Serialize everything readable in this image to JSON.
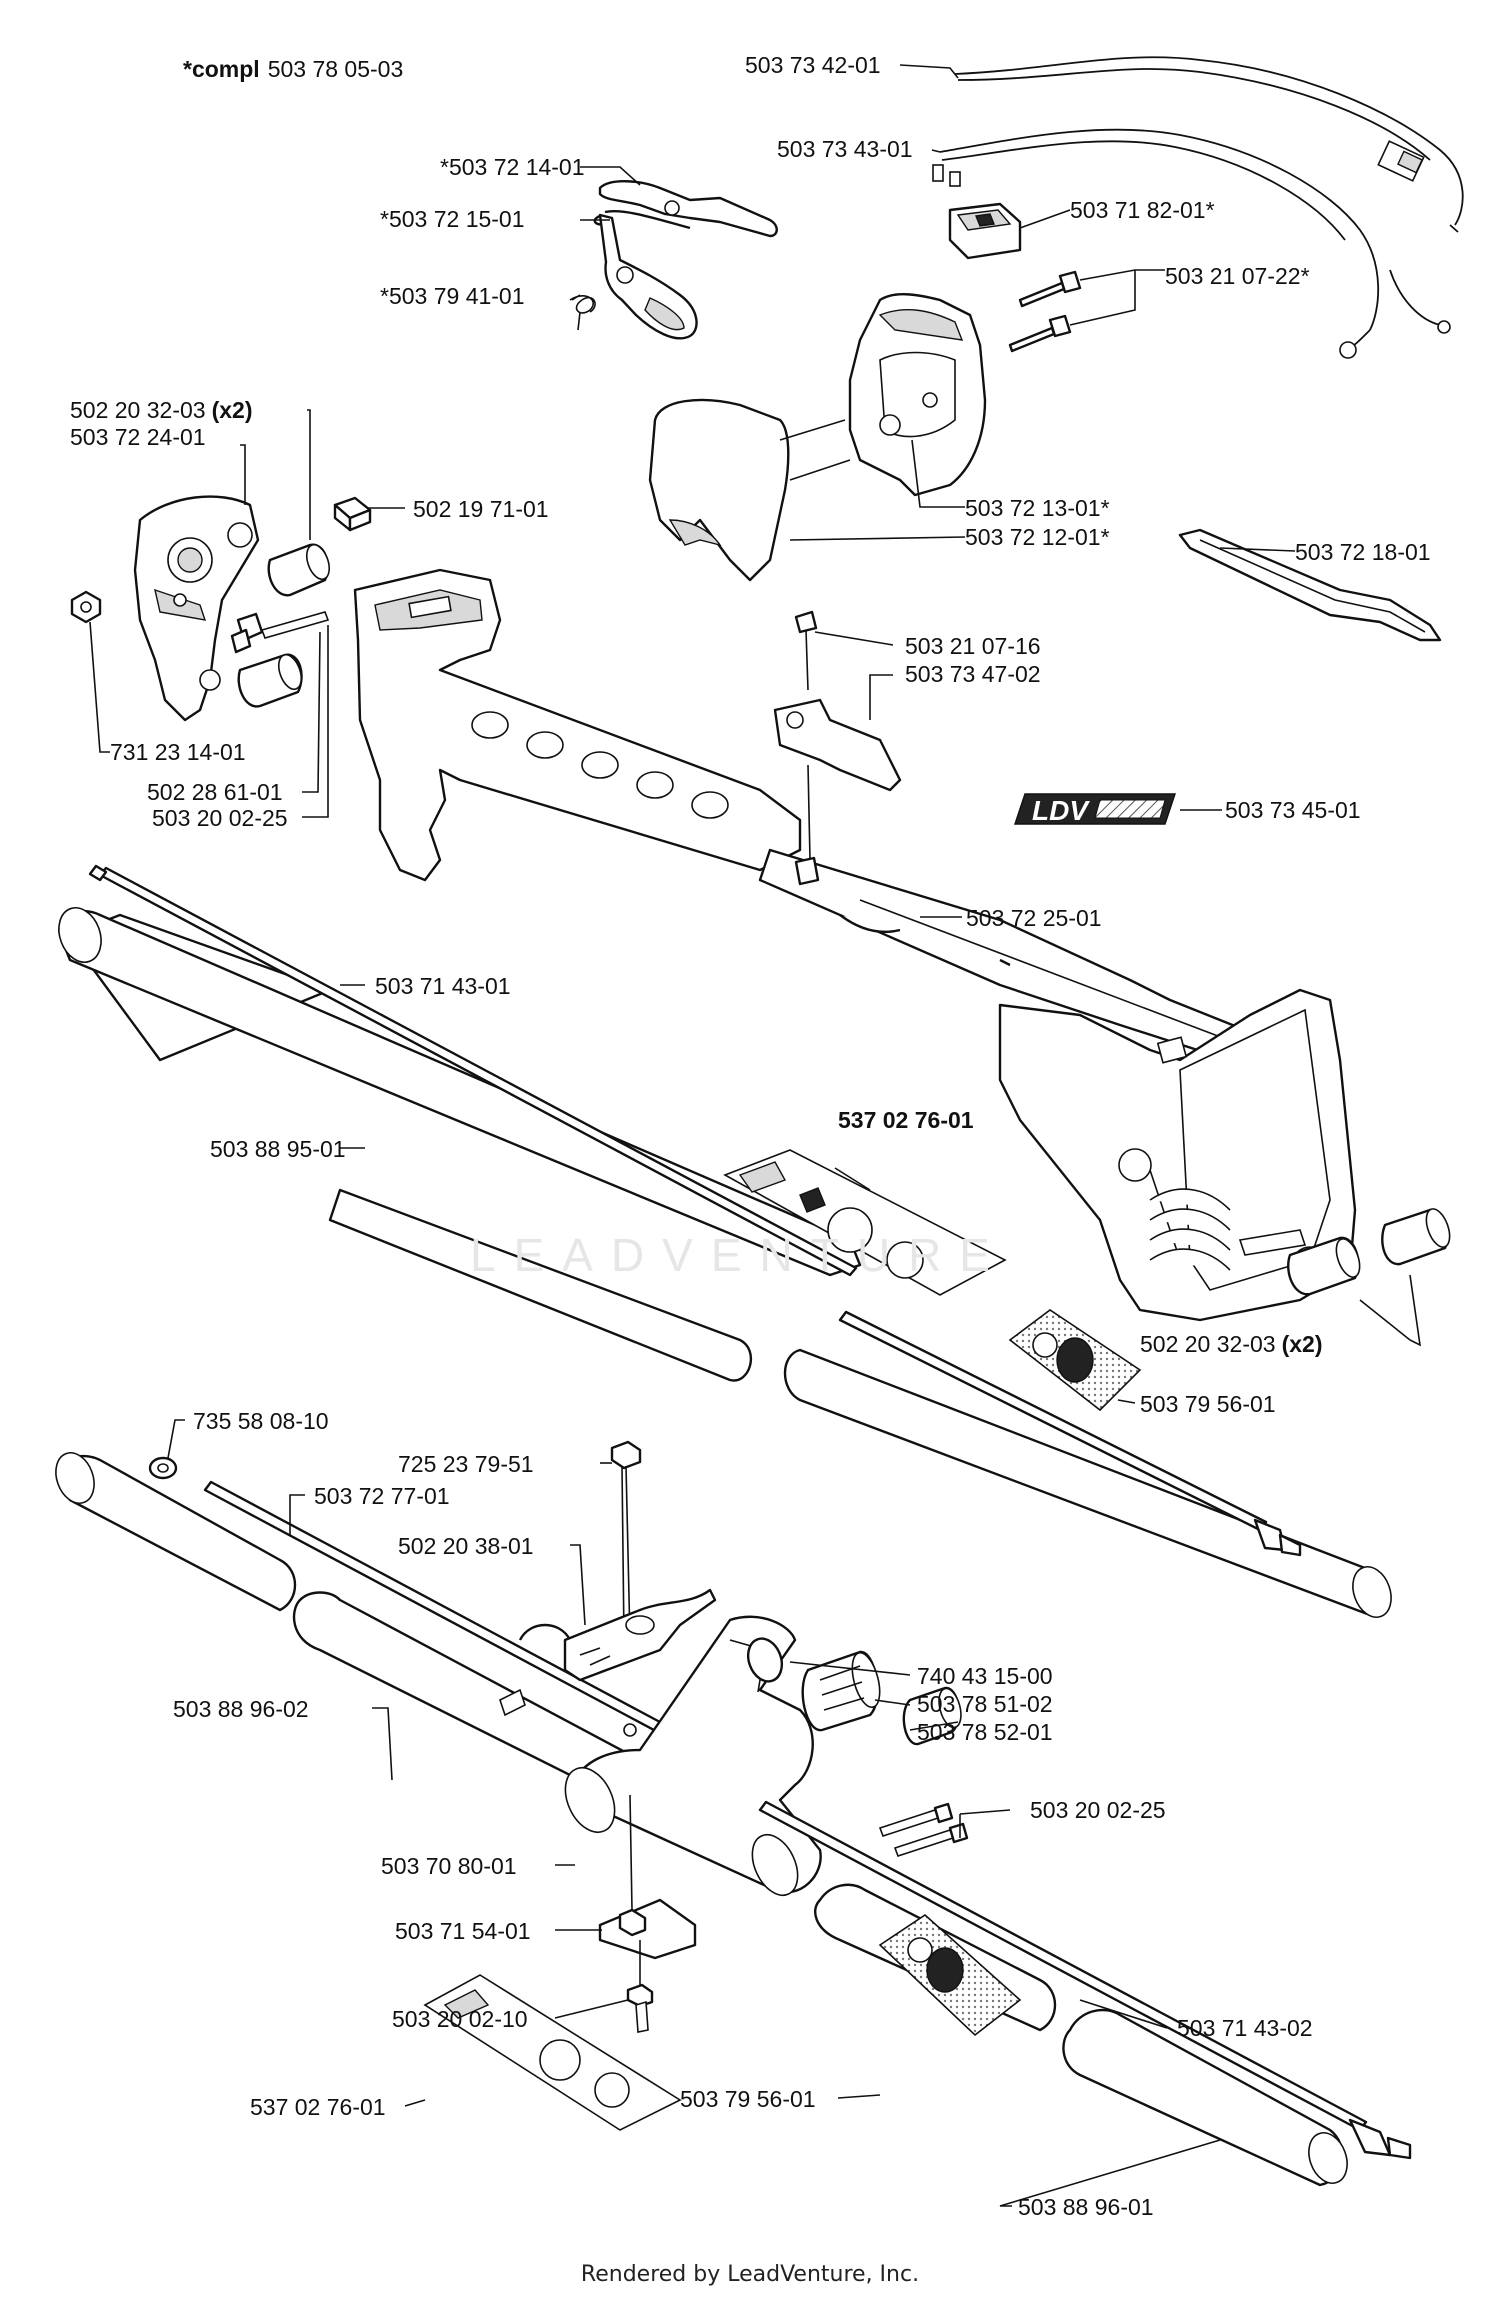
{
  "diagram": {
    "header_prefix": "*compl",
    "header_number": "503 78 05-03",
    "labels": [
      {
        "id": "503-73-42-01",
        "text": "503 73 42-01"
      },
      {
        "id": "503-73-43-01",
        "text": "503 73 43-01"
      },
      {
        "id": "503-72-14-01",
        "text": "*503 72 14-01"
      },
      {
        "id": "503-72-15-01",
        "text": "*503 72 15-01"
      },
      {
        "id": "503-79-41-01",
        "text": "*503 79 41-01"
      },
      {
        "id": "503-71-82-01",
        "text": "503 71 82-01*"
      },
      {
        "id": "503-21-07-22",
        "text": "503 21 07-22*"
      },
      {
        "id": "502-20-32-03-top",
        "text": "502 20 32-03",
        "suffix": "(x2)"
      },
      {
        "id": "503-72-24-01",
        "text": "503 72 24-01"
      },
      {
        "id": "502-19-71-01",
        "text": "502 19 71-01"
      },
      {
        "id": "503-72-13-01",
        "text": "503 72 13-01*"
      },
      {
        "id": "503-72-12-01",
        "text": "503 72 12-01*"
      },
      {
        "id": "503-72-18-01",
        "text": "503 72 18-01"
      },
      {
        "id": "503-21-07-16",
        "text": "503 21 07-16"
      },
      {
        "id": "503-73-47-02",
        "text": "503 73 47-02"
      },
      {
        "id": "731-23-14-01",
        "text": "731 23 14-01"
      },
      {
        "id": "502-28-61-01",
        "text": "502 28 61-01"
      },
      {
        "id": "503-20-02-25-top",
        "text": "503 20 02-25"
      },
      {
        "id": "503-73-45-01",
        "text": "503 73 45-01"
      },
      {
        "id": "503-72-25-01",
        "text": "503 72 25-01"
      },
      {
        "id": "503-71-43-01",
        "text": "503 71 43-01"
      },
      {
        "id": "503-88-95-01",
        "text": "503 88 95-01"
      },
      {
        "id": "537-02-76-01-top",
        "text": "537 02 76-01",
        "bold": true
      },
      {
        "id": "502-20-32-03-bottom",
        "text": "502 20 32-03",
        "suffix": "(x2)"
      },
      {
        "id": "503-79-56-01-top",
        "text": "503 79 56-01"
      },
      {
        "id": "735-58-08-10",
        "text": "735 58 08-10"
      },
      {
        "id": "725-23-79-51",
        "text": "725 23 79-51"
      },
      {
        "id": "503-72-77-01",
        "text": "503 72 77-01"
      },
      {
        "id": "502-20-38-01",
        "text": "502 20 38-01"
      },
      {
        "id": "740-43-15-00",
        "text": "740 43 15-00"
      },
      {
        "id": "503-78-51-02",
        "text": "503 78 51-02"
      },
      {
        "id": "503-78-52-01",
        "text": "503 78 52-01"
      },
      {
        "id": "503-88-96-02",
        "text": "503 88 96-02"
      },
      {
        "id": "503-20-02-25-bottom",
        "text": "503 20 02-25"
      },
      {
        "id": "503-70-80-01",
        "text": "503 70 80-01"
      },
      {
        "id": "503-71-54-01",
        "text": "503 71 54-01"
      },
      {
        "id": "503-20-02-10",
        "text": "503 20 02-10"
      },
      {
        "id": "503-71-43-02",
        "text": "503 71 43-02"
      },
      {
        "id": "537-02-76-01-bottom",
        "text": "537 02 76-01"
      },
      {
        "id": "503-79-56-01-bottom",
        "text": "503 79 56-01"
      },
      {
        "id": "503-88-96-01",
        "text": "503 88 96-01"
      }
    ],
    "logo_text": "LDV",
    "watermark": "LEADVENTURE",
    "footer": "Rendered by LeadVenture, Inc."
  }
}
